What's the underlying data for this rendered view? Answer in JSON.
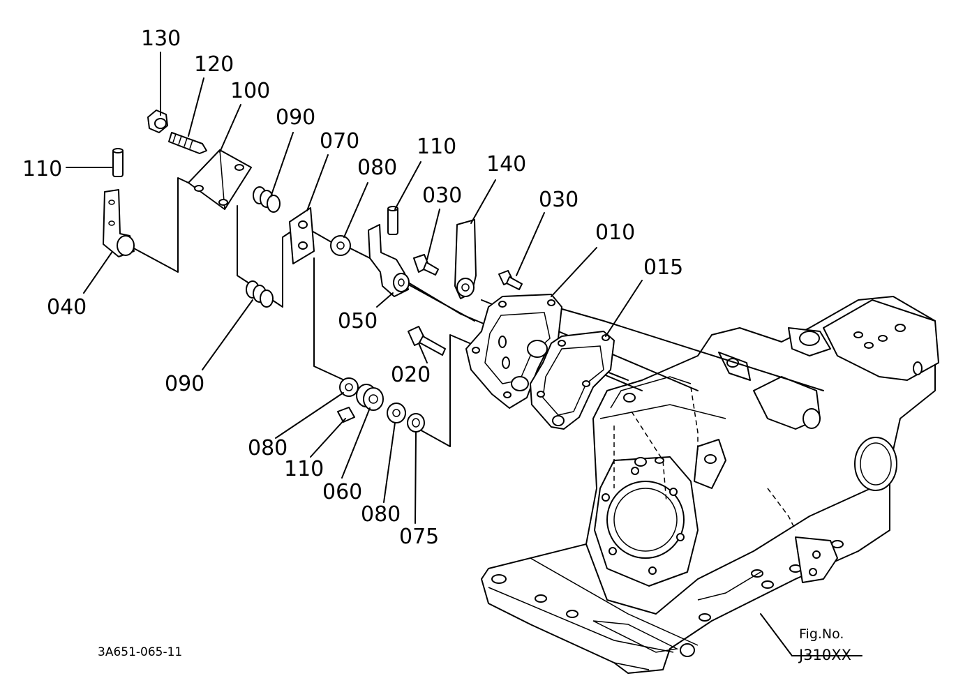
{
  "figure": {
    "fig_label": "Fig.No.",
    "fig_number": "J310XX",
    "drawing_code": "3A651-065-11"
  },
  "callouts": {
    "c130": "130",
    "c120": "120",
    "c100": "100",
    "c090_top": "090",
    "c070": "070",
    "c110_top": "110",
    "c140": "140",
    "c080_top": "080",
    "c110_left": "110",
    "c030_a": "030",
    "c030_b": "030",
    "c010": "010",
    "c015": "015",
    "c040": "040",
    "c050": "050",
    "c020": "020",
    "c090_bottom": "090",
    "c080_mid": "080",
    "c110_bottom": "110",
    "c060": "060",
    "c080_bottom": "080",
    "c075": "075"
  }
}
